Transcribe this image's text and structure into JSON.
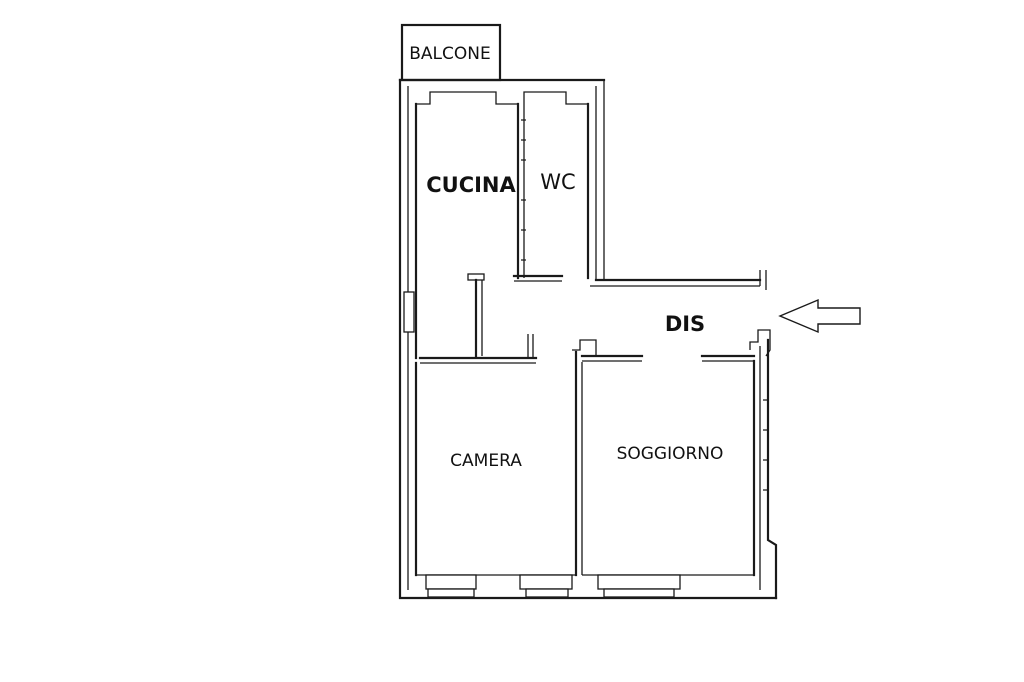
{
  "rooms": {
    "balcone": "BALCONE",
    "cucina": "CUCINA",
    "wc": "WC",
    "dis": "DIS",
    "camera": "CAMERA",
    "soggiorno": "SOGGIORNO"
  },
  "icons": {
    "entrance": "entrance-arrow-icon"
  },
  "colors": {
    "line": "#1a1a1a",
    "background": "#ffffff"
  }
}
